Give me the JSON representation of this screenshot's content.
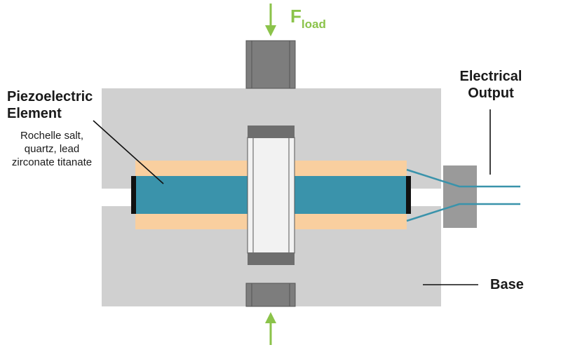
{
  "labels": {
    "force_main": "F",
    "force_sub": "load",
    "piezo_title_line1": "Piezoelectric",
    "piezo_title_line2": "Element",
    "piezo_desc_line1": "Rochelle salt,",
    "piezo_desc_line2": "quartz, lead",
    "piezo_desc_line3": "zirconate titanate",
    "output_line1": "Electrical",
    "output_line2": "Output",
    "base": "Base"
  },
  "colors": {
    "base_gray": "#d0d0d0",
    "dark_gray": "#6e6e6e",
    "mid_gray": "#9a9a9a",
    "piezo_teal": "#3a93ab",
    "padding_peach": "#f9cf9f",
    "arrow_green": "#8bc34a",
    "wire_blue": "#3a93ab",
    "outline": "#555555"
  }
}
